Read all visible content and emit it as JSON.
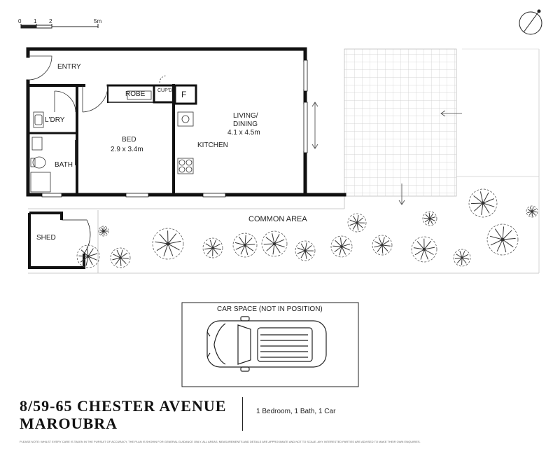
{
  "scale": {
    "ticks": [
      "0",
      "1",
      "2",
      "5m"
    ]
  },
  "rooms": {
    "entry": "ENTRY",
    "robe": "ROBE",
    "cupd": "CUP'D",
    "fridge": "F",
    "laundry": "L'DRY",
    "bed_name": "BED",
    "bed_size": "2.9 x 3.4m",
    "bath": "BATH",
    "kitchen": "KITCHEN",
    "living_name": "LIVING/",
    "living_name2": "DINING",
    "living_size": "4.1 x 4.5m",
    "common_area": "COMMON AREA",
    "shed": "SHED"
  },
  "car_space": {
    "label": "CAR SPACE (NOT IN POSITION)"
  },
  "property": {
    "address_line1": "8/59-65 CHESTER AVENUE",
    "address_line2": "MAROUBRA",
    "summary": "1 Bedroom, 1 Bath, 1 Car"
  },
  "disclaimer": "PLEASE NOTE: WHILST EVERY CARE IS TAKEN IN THE PURSUIT OF ACCURACY, THE PLAN IS SHOWN FOR GENERAL GUIDANCE ONLY. ALL AREAS, MEASUREMENTS AND DETAILS ARE APPROXIMATE AND NOT TO SCALE. ANY INTERESTED PARTIES ARE ADVISED TO MAKE THEIR OWN ENQUIRIES."
}
